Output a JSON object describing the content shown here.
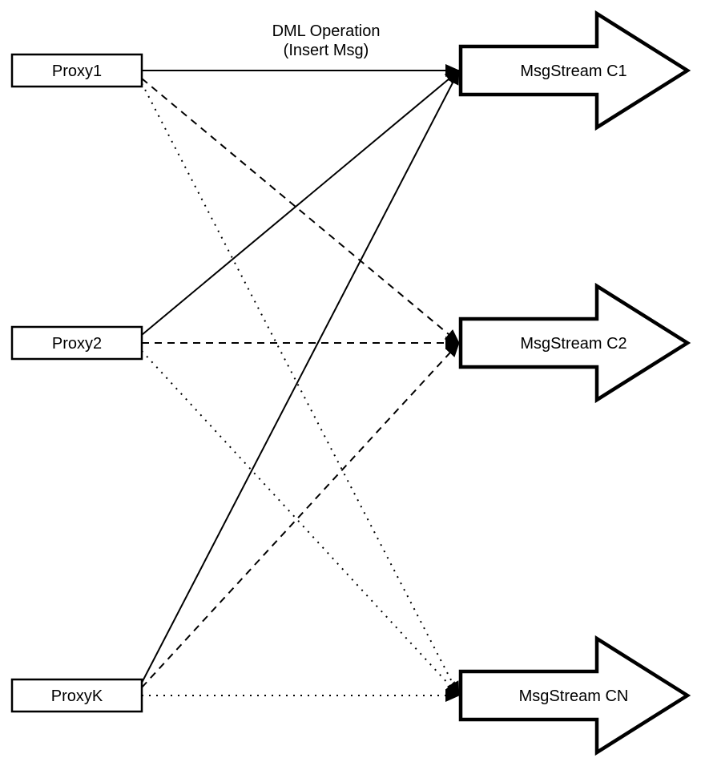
{
  "diagram": {
    "title": {
      "line1": "DML Operation",
      "line2": "(Insert Msg)"
    },
    "colors": {
      "stroke": "#000000",
      "fill": "#ffffff",
      "text": "#000000"
    }
  },
  "proxies": [
    {
      "id": "proxy1",
      "label": "Proxy1"
    },
    {
      "id": "proxy2",
      "label": "Proxy2"
    },
    {
      "id": "proxyk",
      "label": "ProxyK"
    }
  ],
  "streams": [
    {
      "id": "c1",
      "label": "MsgStream C1"
    },
    {
      "id": "c2",
      "label": "MsgStream C2"
    },
    {
      "id": "cn",
      "label": "MsgStream CN"
    }
  ],
  "edges": [
    {
      "from": "Proxy1",
      "to": "MsgStream C1",
      "style": "solid"
    },
    {
      "from": "Proxy1",
      "to": "MsgStream C2",
      "style": "dashed"
    },
    {
      "from": "Proxy1",
      "to": "MsgStream CN",
      "style": "dotted"
    },
    {
      "from": "Proxy2",
      "to": "MsgStream C1",
      "style": "solid"
    },
    {
      "from": "Proxy2",
      "to": "MsgStream C2",
      "style": "dashed"
    },
    {
      "from": "Proxy2",
      "to": "MsgStream CN",
      "style": "dotted"
    },
    {
      "from": "ProxyK",
      "to": "MsgStream C1",
      "style": "solid"
    },
    {
      "from": "ProxyK",
      "to": "MsgStream C2",
      "style": "dashed"
    },
    {
      "from": "ProxyK",
      "to": "MsgStream CN",
      "style": "dotted"
    }
  ]
}
